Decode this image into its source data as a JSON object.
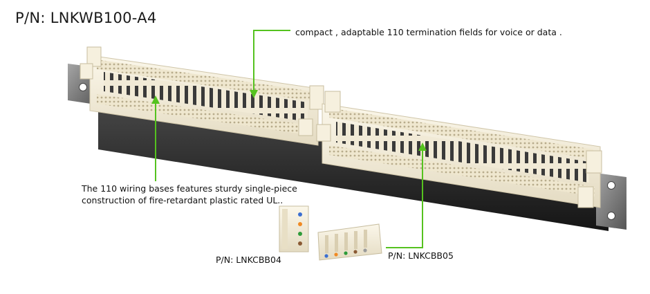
{
  "title": "P/N: LNKWB100-A4",
  "callouts": {
    "top": "compact , adaptable 110 termination fields for voice or data .",
    "left_line1": "The 110 wiring bases features sturdy single-piece",
    "left_line2": "construction of fire-retardant plastic rated UL.."
  },
  "parts": {
    "block4_label": "P/N: LNKCBB04",
    "block5_label": "P/N: LNKCBB05"
  },
  "colors": {
    "callout_line": "#55c21f",
    "panel_body": "#f1ead6",
    "panel_shadow": "#c9bfa3",
    "rail": "#2a2a2a",
    "bracket": "#7b7b7b"
  }
}
